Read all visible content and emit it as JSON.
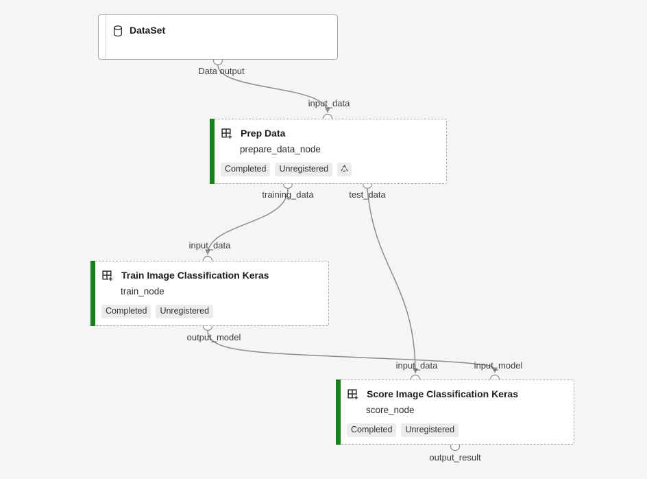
{
  "canvas": {
    "background": "#f5f5f5"
  },
  "nodes": [
    {
      "id": "dataset",
      "type": "dataset",
      "title": "DataSet",
      "icon": "database-icon"
    },
    {
      "id": "prep_data",
      "type": "component",
      "title": "Prep Data",
      "subtitle": "prepare_data_node",
      "icon": "component-grid-icon",
      "badges": {
        "status": "Completed",
        "registration": "Unregistered"
      },
      "reused_output_icon": "recycle-cloud-icon"
    },
    {
      "id": "train",
      "type": "component",
      "title": "Train Image Classification Keras",
      "subtitle": "train_node",
      "icon": "component-grid-icon",
      "badges": {
        "status": "Completed",
        "registration": "Unregistered"
      }
    },
    {
      "id": "score",
      "type": "component",
      "title": "Score Image Classification Keras",
      "subtitle": "score_node",
      "icon": "component-grid-icon",
      "badges": {
        "status": "Completed",
        "registration": "Unregistered"
      }
    }
  ],
  "port_labels": {
    "dataset_output": "Data output",
    "prep_input": "input_data",
    "prep_output_training": "training_data",
    "prep_output_test": "test_data",
    "train_input": "input_data",
    "train_output": "output_model",
    "score_input_data": "input_data",
    "score_input_model": "input_model",
    "score_output": "output_result"
  },
  "colors": {
    "status_accent_completed": "#16801c",
    "edge": "#8b8b8b",
    "badge_background": "#ececec",
    "canvas_background": "#f5f5f5"
  }
}
